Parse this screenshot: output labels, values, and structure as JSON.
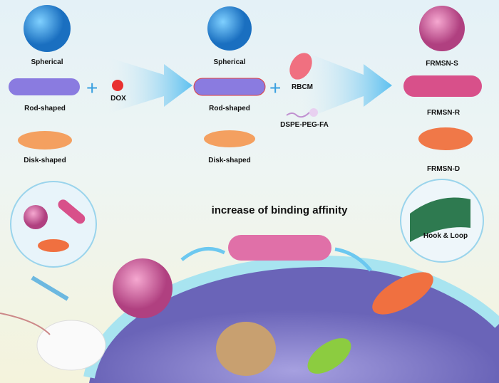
{
  "step1": {
    "spherical": "Spherical",
    "rod": "Rod-shaped",
    "disk": "Disk-shaped",
    "drug": "DOX"
  },
  "step2": {
    "spherical": "Spherical",
    "rod": "Rod-shaped",
    "disk": "Disk-shaped",
    "membrane": "RBCM",
    "ligand": "DSPE-PEG-FA"
  },
  "products": {
    "s": "FRMSN-S",
    "r": "FRMSN-R",
    "d": "FRMSN-D"
  },
  "bottom": {
    "title": "increase of binding affinity",
    "hook": "Hook & Loop"
  },
  "colors": {
    "silica": "#3a8fd8",
    "rod": "#8a7be0",
    "disk": "#f4a060",
    "arrow": "#6cc8f0",
    "membrane": "#e0609a",
    "cell": "#8a84d0"
  }
}
